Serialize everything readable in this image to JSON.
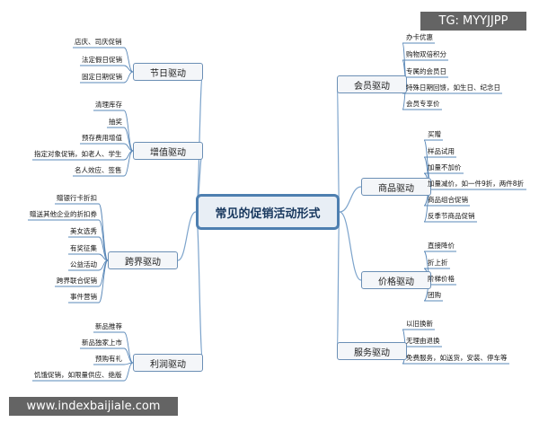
{
  "central": "常见的促销活动形式",
  "watermarks": {
    "top": "TG: MYYJJPP",
    "bottom": "www.indexbaijiale.com"
  },
  "colors": {
    "branch_line": "#7da4cc",
    "leaf_line": "#5a88b8",
    "central_border": "#4e7fb0"
  },
  "branches": [
    {
      "key": "jieri",
      "label": "节日驱动",
      "leaves": [
        "店庆、司庆促销",
        "法定假日促销",
        "固定日期促销"
      ]
    },
    {
      "key": "zengzhi",
      "label": "增值驱动",
      "leaves": [
        "清理库存",
        "抽奖",
        "预存费用增值",
        "指定对象促销，如老人、学生",
        "名人效应、签售"
      ]
    },
    {
      "key": "kuajie",
      "label": "跨界驱动",
      "leaves": [
        "赠银行卡折扣",
        "赠送其他企业的折扣券",
        "美女选秀",
        "有奖征集",
        "公益活动",
        "跨界联合促销",
        "事件营销"
      ]
    },
    {
      "key": "lirun",
      "label": "利润驱动",
      "leaves": [
        "新品推荐",
        "新品独家上市",
        "预购有礼",
        "饥饿促销，如限量供应、绝版"
      ]
    },
    {
      "key": "huiyuan",
      "label": "会员驱动",
      "leaves": [
        "办卡优惠",
        "购物双倍积分",
        "专属的会员日",
        "特殊日期回馈，如生日、纪念日",
        "会员专享价"
      ]
    },
    {
      "key": "shangpin",
      "label": "商品驱动",
      "leaves": [
        "买赠",
        "样品试用",
        "加量不加价",
        "加量减价，如一件9折，两件8折",
        "商品组合促销",
        "反季节商品促销"
      ]
    },
    {
      "key": "jiage",
      "label": "价格驱动",
      "leaves": [
        "直接降价",
        "折上折",
        "阶梯价格",
        "团购"
      ]
    },
    {
      "key": "fuwu",
      "label": "服务驱动",
      "leaves": [
        "以旧换新",
        "无理由退换",
        "免费服务，如送货，安装、停车等"
      ]
    }
  ]
}
